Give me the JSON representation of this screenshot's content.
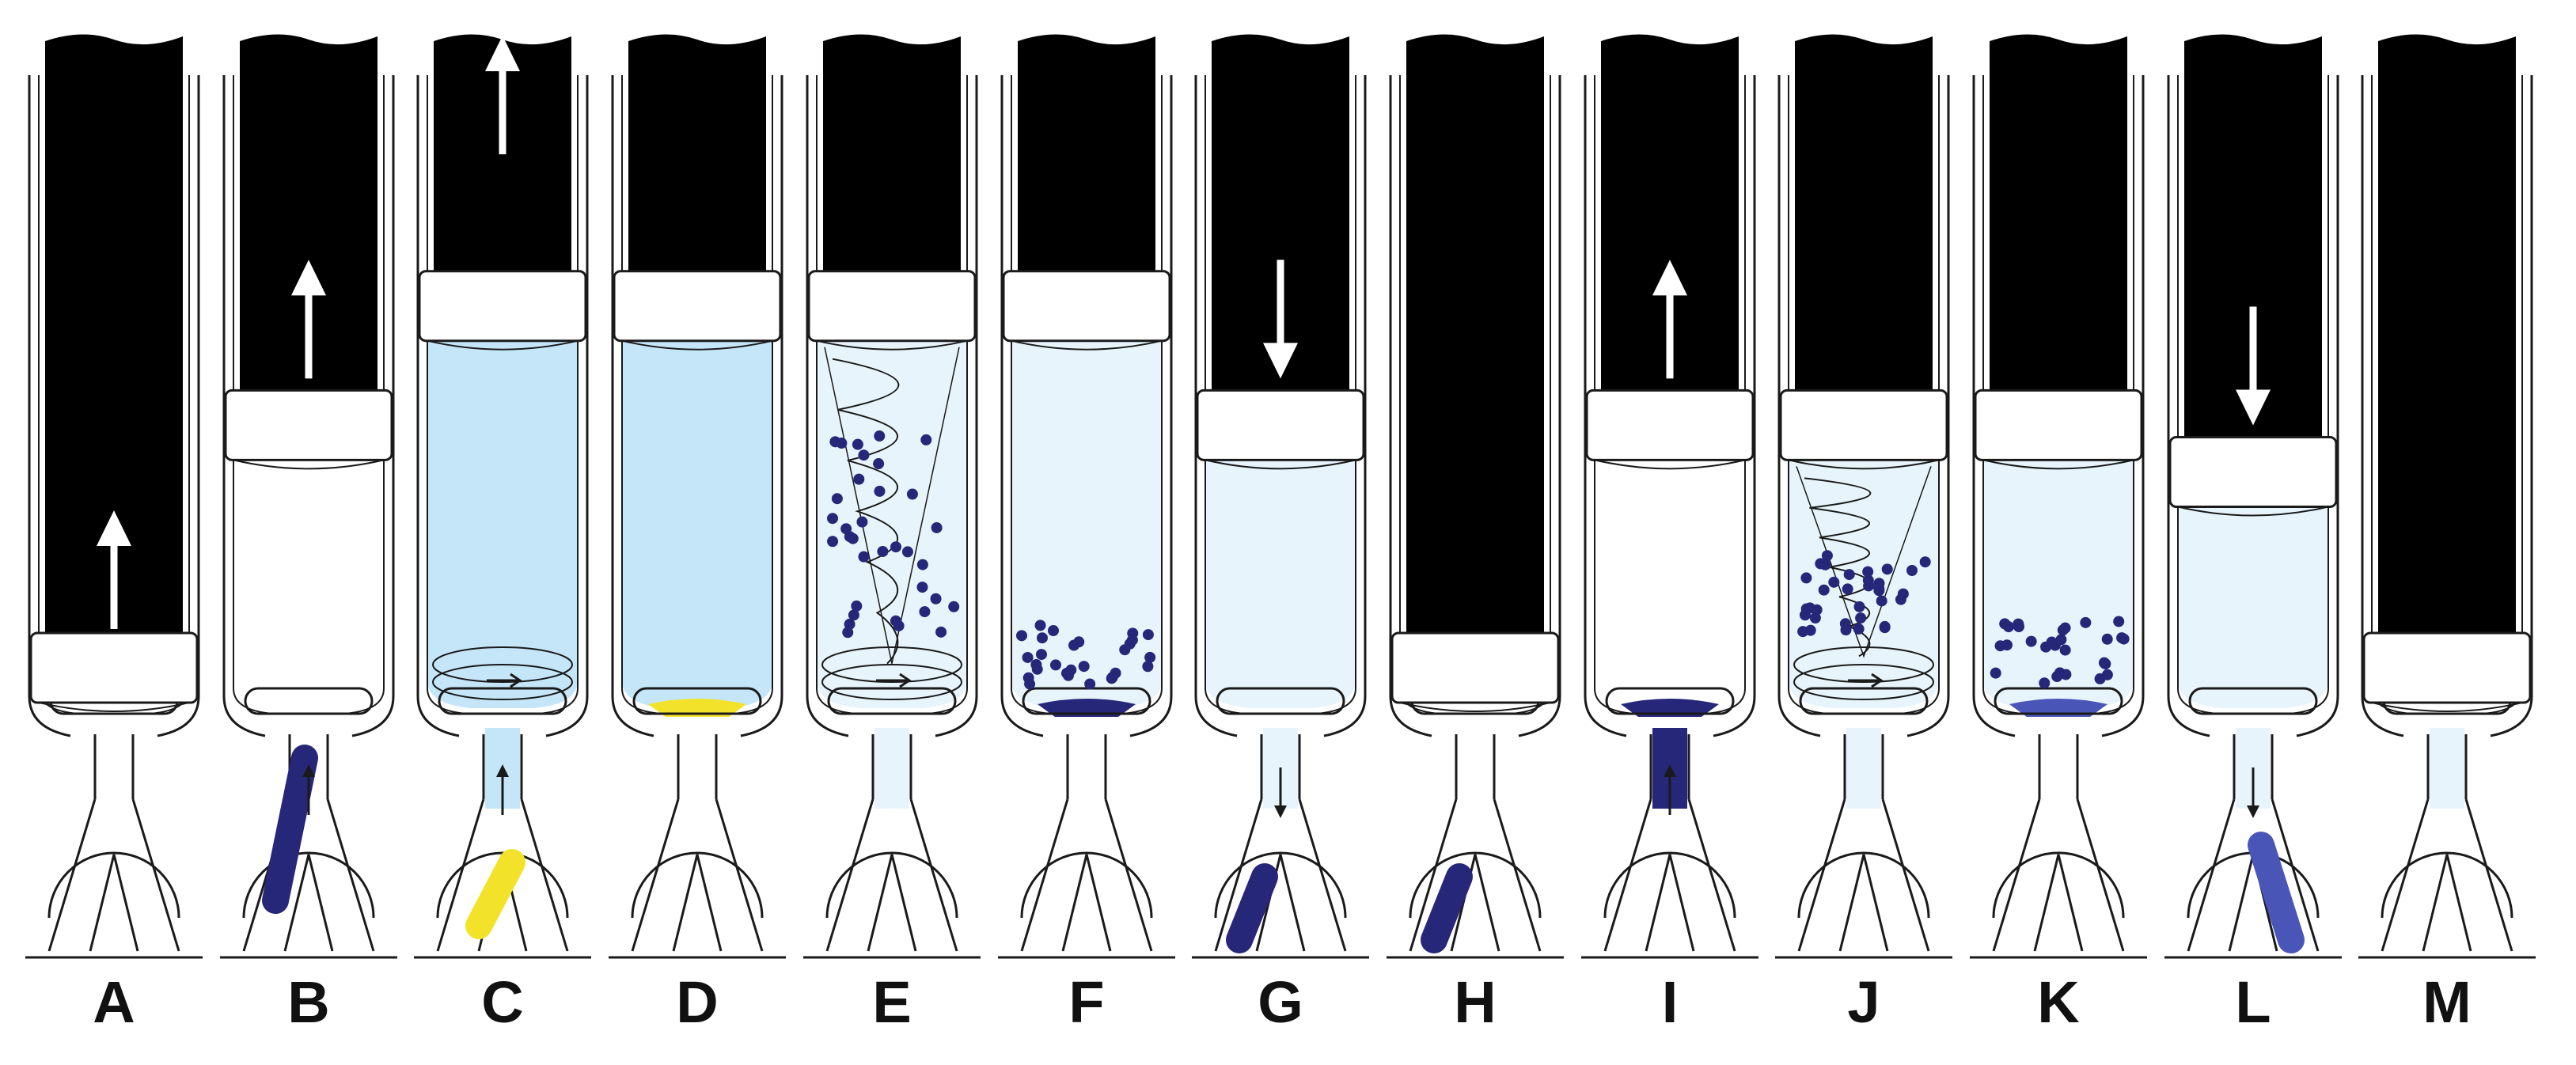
{
  "colors": {
    "plunger": "#000000",
    "outline": "#1a1a1a",
    "liquid_blue": "#c4e6f8",
    "liquid_light": "#e7f4fb",
    "dye_dark": "#27277a",
    "dye_medium": "#4a55b8",
    "yellow": "#f2e32a",
    "arrow_fill": "#ffffff"
  },
  "panels": [
    {
      "label": "A",
      "plunger_level": 0.0,
      "liquid": "none",
      "arrow": "up",
      "slug": "none",
      "stem_fill": "none",
      "particles": "none",
      "vortex": false,
      "stir": false,
      "band": "none",
      "small_arrow": "none"
    },
    {
      "label": "B",
      "plunger_level": 0.57,
      "liquid": "none",
      "arrow": "up",
      "slug": "dark-curved",
      "stem_fill": "none",
      "particles": "none",
      "vortex": false,
      "stir": false,
      "band": "none",
      "small_arrow": "up"
    },
    {
      "label": "C",
      "plunger_level": 0.85,
      "liquid": "blue",
      "arrow": "up",
      "slug": "yellow",
      "stem_fill": "blue",
      "particles": "none",
      "vortex": false,
      "stir": true,
      "band": "none",
      "small_arrow": "up"
    },
    {
      "label": "D",
      "plunger_level": 0.85,
      "liquid": "blue",
      "arrow": "none",
      "slug": "none",
      "stem_fill": "none",
      "particles": "none",
      "vortex": false,
      "stir": false,
      "band": "yellow",
      "small_arrow": "none"
    },
    {
      "label": "E",
      "plunger_level": 0.85,
      "liquid": "light",
      "arrow": "none",
      "slug": "none",
      "stem_fill": "light",
      "particles": "dispersed",
      "vortex": true,
      "stir": true,
      "band": "none",
      "small_arrow": "none"
    },
    {
      "label": "F",
      "plunger_level": 0.85,
      "liquid": "light",
      "arrow": "none",
      "slug": "none",
      "stem_fill": "none",
      "particles": "settled",
      "vortex": false,
      "stir": false,
      "band": "dark",
      "small_arrow": "none"
    },
    {
      "label": "G",
      "plunger_level": 0.57,
      "liquid": "light",
      "arrow": "down",
      "slug": "dark-left",
      "stem_fill": "light",
      "particles": "none",
      "vortex": false,
      "stir": false,
      "band": "none",
      "small_arrow": "down"
    },
    {
      "label": "H",
      "plunger_level": 0.0,
      "liquid": "none",
      "arrow": "none",
      "slug": "dark-left",
      "stem_fill": "none",
      "particles": "none",
      "vortex": false,
      "stir": false,
      "band": "none",
      "small_arrow": "none"
    },
    {
      "label": "I",
      "plunger_level": 0.57,
      "liquid": "none",
      "arrow": "up",
      "slug": "none",
      "stem_fill": "dark",
      "particles": "none",
      "vortex": false,
      "stir": false,
      "band": "dark",
      "small_arrow": "up"
    },
    {
      "label": "J",
      "plunger_level": 0.57,
      "liquid": "light",
      "arrow": "none",
      "slug": "none",
      "stem_fill": "light",
      "particles": "dispersed",
      "vortex": true,
      "stir": true,
      "band": "none",
      "small_arrow": "none"
    },
    {
      "label": "K",
      "plunger_level": 0.57,
      "liquid": "light",
      "arrow": "none",
      "slug": "none",
      "stem_fill": "none",
      "particles": "settled",
      "vortex": false,
      "stir": false,
      "band": "medium",
      "small_arrow": "none"
    },
    {
      "label": "L",
      "plunger_level": 0.46,
      "liquid": "light",
      "arrow": "down",
      "slug": "medium-right",
      "stem_fill": "light",
      "particles": "none",
      "vortex": false,
      "stir": false,
      "band": "none",
      "small_arrow": "down"
    },
    {
      "label": "M",
      "plunger_level": 0.0,
      "liquid": "none",
      "arrow": "none",
      "slug": "none",
      "stem_fill": "light",
      "particles": "none",
      "vortex": false,
      "stir": false,
      "band": "none",
      "small_arrow": "none"
    }
  ]
}
